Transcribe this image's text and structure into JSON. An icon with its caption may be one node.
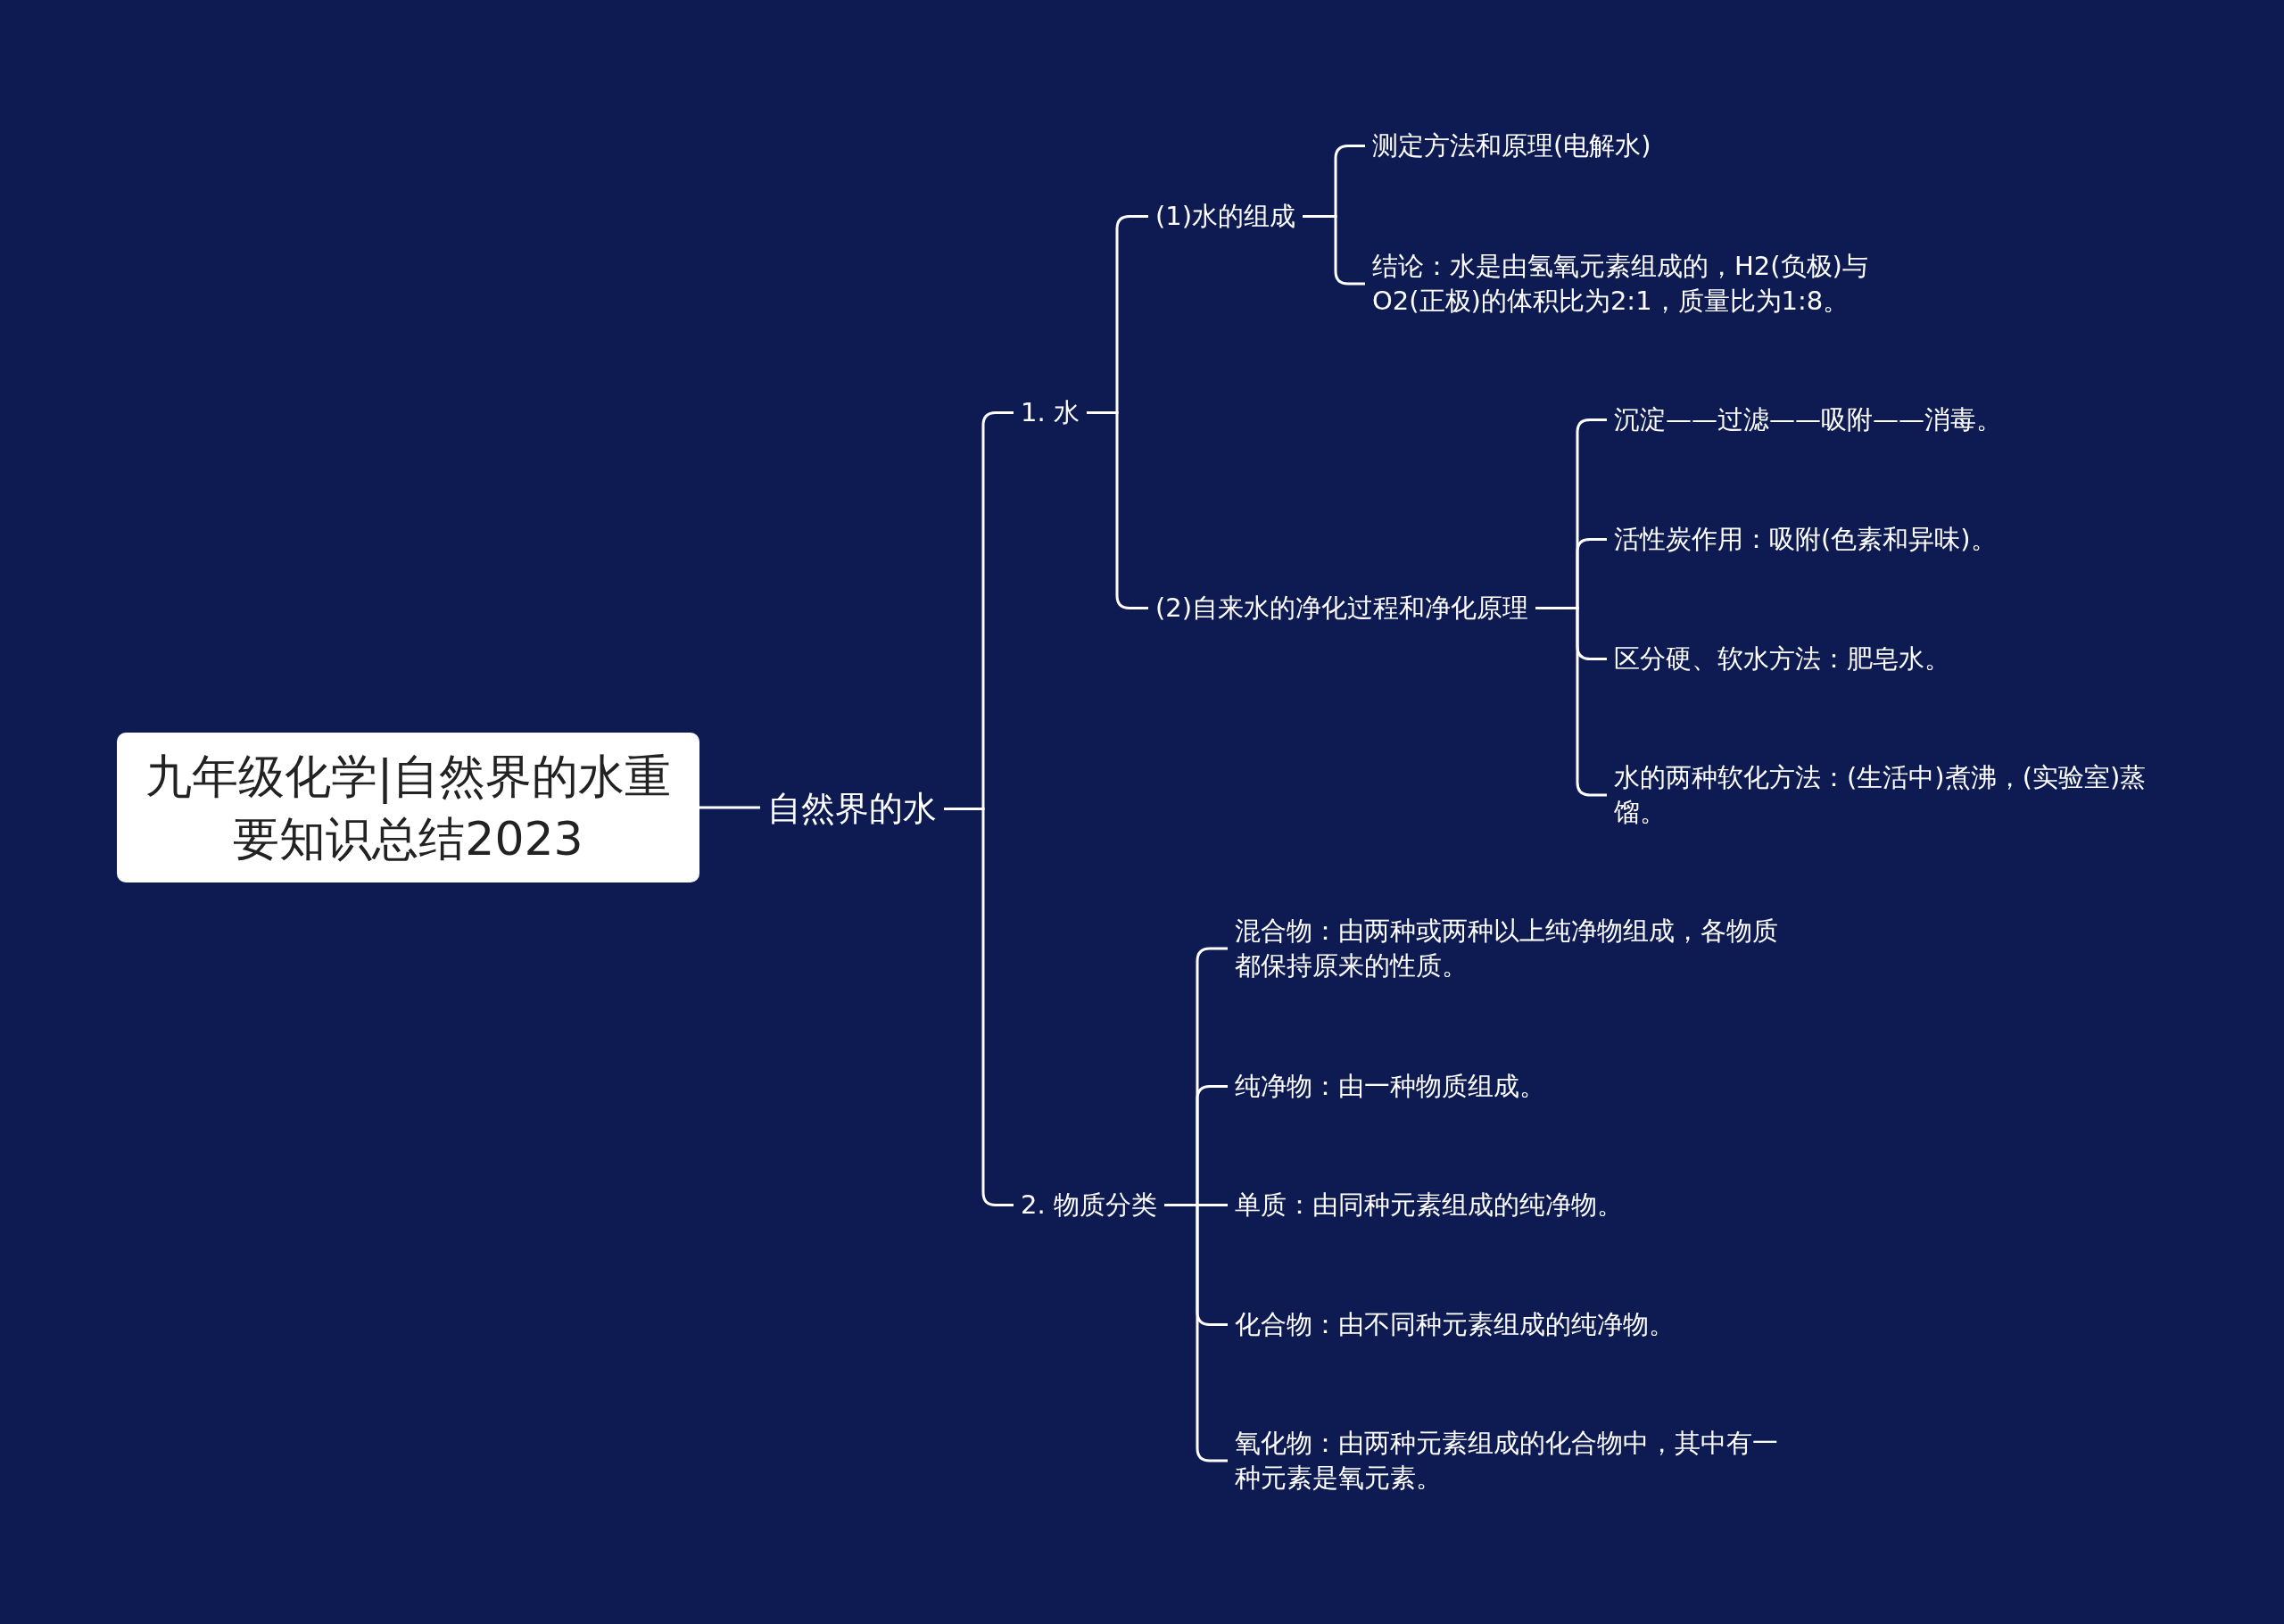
{
  "diagram": {
    "nodes": [
      {
        "text": [
          "九年级化学|自然界的水重要知识总结2023"
        ]
      },
      {
        "text": [
          "自然界的水"
        ]
      },
      {
        "text": [
          "1. 水"
        ]
      },
      {
        "text": [
          "(1)水的组成"
        ]
      },
      {
        "text": [
          "测定方法和原理(电解水)"
        ]
      },
      {
        "text": [
          "结论：水是由氢氧元素组成的，H2(负极)与O2(正极)的体积比为2:1，质量比为1:8。"
        ]
      },
      {
        "text": [
          "(2)自来水的净化过程和净化原理"
        ]
      },
      {
        "text": [
          "沉淀——过滤——吸附——消毒。"
        ]
      },
      {
        "text": [
          "活性炭作用：吸附(色素和异味)。"
        ]
      },
      {
        "text": [
          "区分硬、软水方法：肥皂水。"
        ]
      },
      {
        "text": [
          "水的两种软化方法：(生活中)煮沸，(实验室)蒸馏。"
        ]
      },
      {
        "text": [
          "2. 物质分类"
        ]
      },
      {
        "text": [
          "混合物：由两种或两种以上纯净物组成，各物质都保持原来的性质。"
        ]
      },
      {
        "text": [
          "纯净物：由一种物质组成。"
        ]
      },
      {
        "text": [
          "单质：由同种元素组成的纯净物。"
        ]
      },
      {
        "text": [
          "化合物：由不同种元素组成的纯净物。"
        ]
      },
      {
        "text": [
          "氧化物：由两种元素组成的化合物中，其中有一种元素是氧元素。"
        ]
      }
    ],
    "edges": [
      {
        "from": 0,
        "to": 1,
        "arrow": "none"
      },
      {
        "from": 1,
        "to": 2,
        "arrow": "none"
      },
      {
        "from": 1,
        "to": 11,
        "arrow": "none"
      },
      {
        "from": 2,
        "to": 3,
        "arrow": "none"
      },
      {
        "from": 2,
        "to": 6,
        "arrow": "none"
      },
      {
        "from": 3,
        "to": 4,
        "arrow": "none"
      },
      {
        "from": 3,
        "to": 5,
        "arrow": "none"
      },
      {
        "from": 6,
        "to": 7,
        "arrow": "none"
      },
      {
        "from": 6,
        "to": 8,
        "arrow": "none"
      },
      {
        "from": 6,
        "to": 9,
        "arrow": "none"
      },
      {
        "from": 6,
        "to": 10,
        "arrow": "none"
      },
      {
        "from": 11,
        "to": 12,
        "arrow": "none"
      },
      {
        "from": 11,
        "to": 13,
        "arrow": "none"
      },
      {
        "from": 11,
        "to": 14,
        "arrow": "none"
      },
      {
        "from": 11,
        "to": 15,
        "arrow": "none"
      },
      {
        "from": 11,
        "to": 16,
        "arrow": "none"
      }
    ]
  }
}
